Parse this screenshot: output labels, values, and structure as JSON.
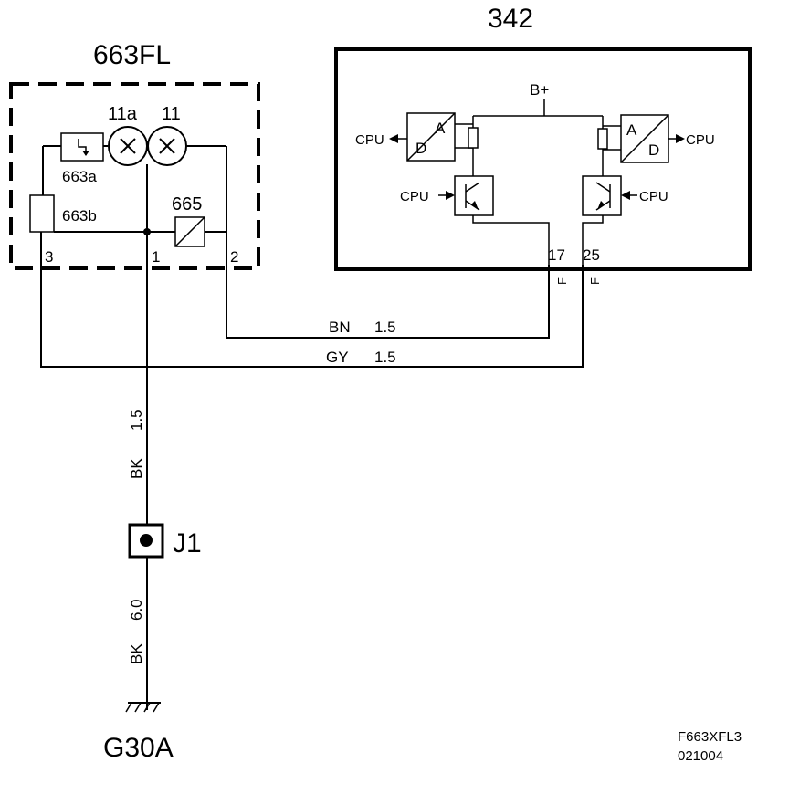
{
  "module_342": {
    "label": "342",
    "supply": "B+",
    "pin_left": "17",
    "pin_right": "25",
    "pin_suffix": "F"
  },
  "module_663fl": {
    "label": "663FL",
    "lamp_a": "11a",
    "lamp_b": "11",
    "flasher": "663a",
    "resistor": "663b",
    "relay": "665",
    "pin_3": "3",
    "pin_1": "1",
    "pin_2": "2"
  },
  "cpu_labels": {
    "top_left": "CPU",
    "top_right": "CPU",
    "bottom_left": "CPU",
    "bottom_right": "CPU"
  },
  "converters": {
    "a": "A",
    "d": "D"
  },
  "wires": [
    {
      "color": "BN",
      "size": "1.5"
    },
    {
      "color": "GY",
      "size": "1.5"
    },
    {
      "color": "BK",
      "size": "1.5"
    },
    {
      "color": "BK",
      "size": "6.0"
    }
  ],
  "connector": {
    "label": "J1"
  },
  "ground": {
    "label": "G30A"
  },
  "footer": {
    "code": "F663XFL3",
    "date": "021004"
  }
}
